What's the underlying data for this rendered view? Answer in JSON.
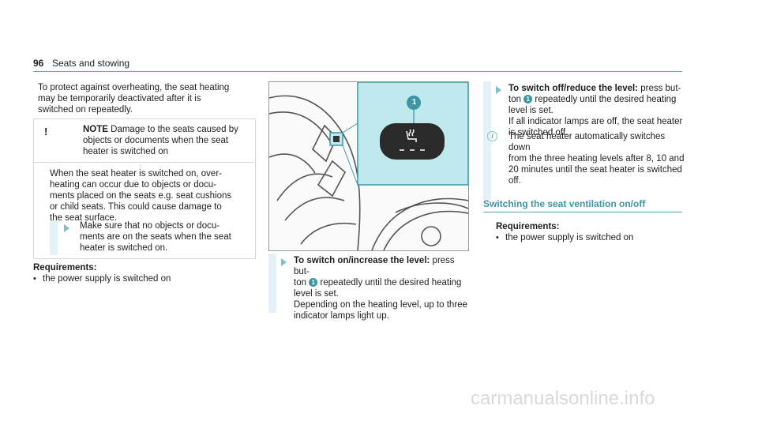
{
  "header": {
    "page_number": "96",
    "section": "Seats and stowing"
  },
  "intro": {
    "lines": [
      "To protect against overheating, the seat heating",
      "may be temporarily deactivated after it is",
      "switched on repeatedly."
    ]
  },
  "note": {
    "icon": "!",
    "label": "NOTE",
    "title_lines": [
      "Damage to the seats caused by",
      "objects or documents when the seat",
      "heater is switched on"
    ],
    "body_lines": [
      "When the seat heater is switched on, over-",
      "heating can occur due to objects or docu-",
      "ments placed on the seats e.g. seat cushions",
      "or child seats. This could cause damage to",
      "the seat surface."
    ],
    "step_lines": [
      "Make sure that no objects or docu-",
      "ments are on the seats when the seat",
      "heater is switched on."
    ]
  },
  "requirements_left": {
    "title": "Requirements:",
    "item": "the power supply is switched on"
  },
  "figure": {
    "callout": "1"
  },
  "step_increase": {
    "title": "To switch on/increase the level:",
    "line1_tail": "press but-",
    "line2_pre": "ton",
    "badge": "1",
    "line2_post": "repeatedly until the desired heating",
    "lines": [
      "level is set.",
      "Depending on the heating level, up to three",
      "indicator lamps light up."
    ]
  },
  "step_off": {
    "title": "To switch off/reduce the level:",
    "line1_tail": "press but-",
    "line2_pre": "ton",
    "badge": "1",
    "line2_post": "repeatedly until the desired heating",
    "lines": [
      "level is set.",
      "If all indicator lamps are off, the seat heater",
      "is switched off."
    ]
  },
  "info": {
    "icon": "i",
    "lines": [
      "The seat heater automatically switches down",
      "from the three heating levels after 8, 10 and",
      "20 minutes until the seat heater is switched",
      "off."
    ]
  },
  "ventilation": {
    "title": "Switching the seat ventilation on/off",
    "req_title": "Requirements:",
    "item": "the power supply is switched on"
  },
  "watermark": "carmanualsonline.info",
  "colors": {
    "accent": "#3d97a3",
    "highlight": "#bfe9ec",
    "step_bar": "#e3f3f5"
  }
}
